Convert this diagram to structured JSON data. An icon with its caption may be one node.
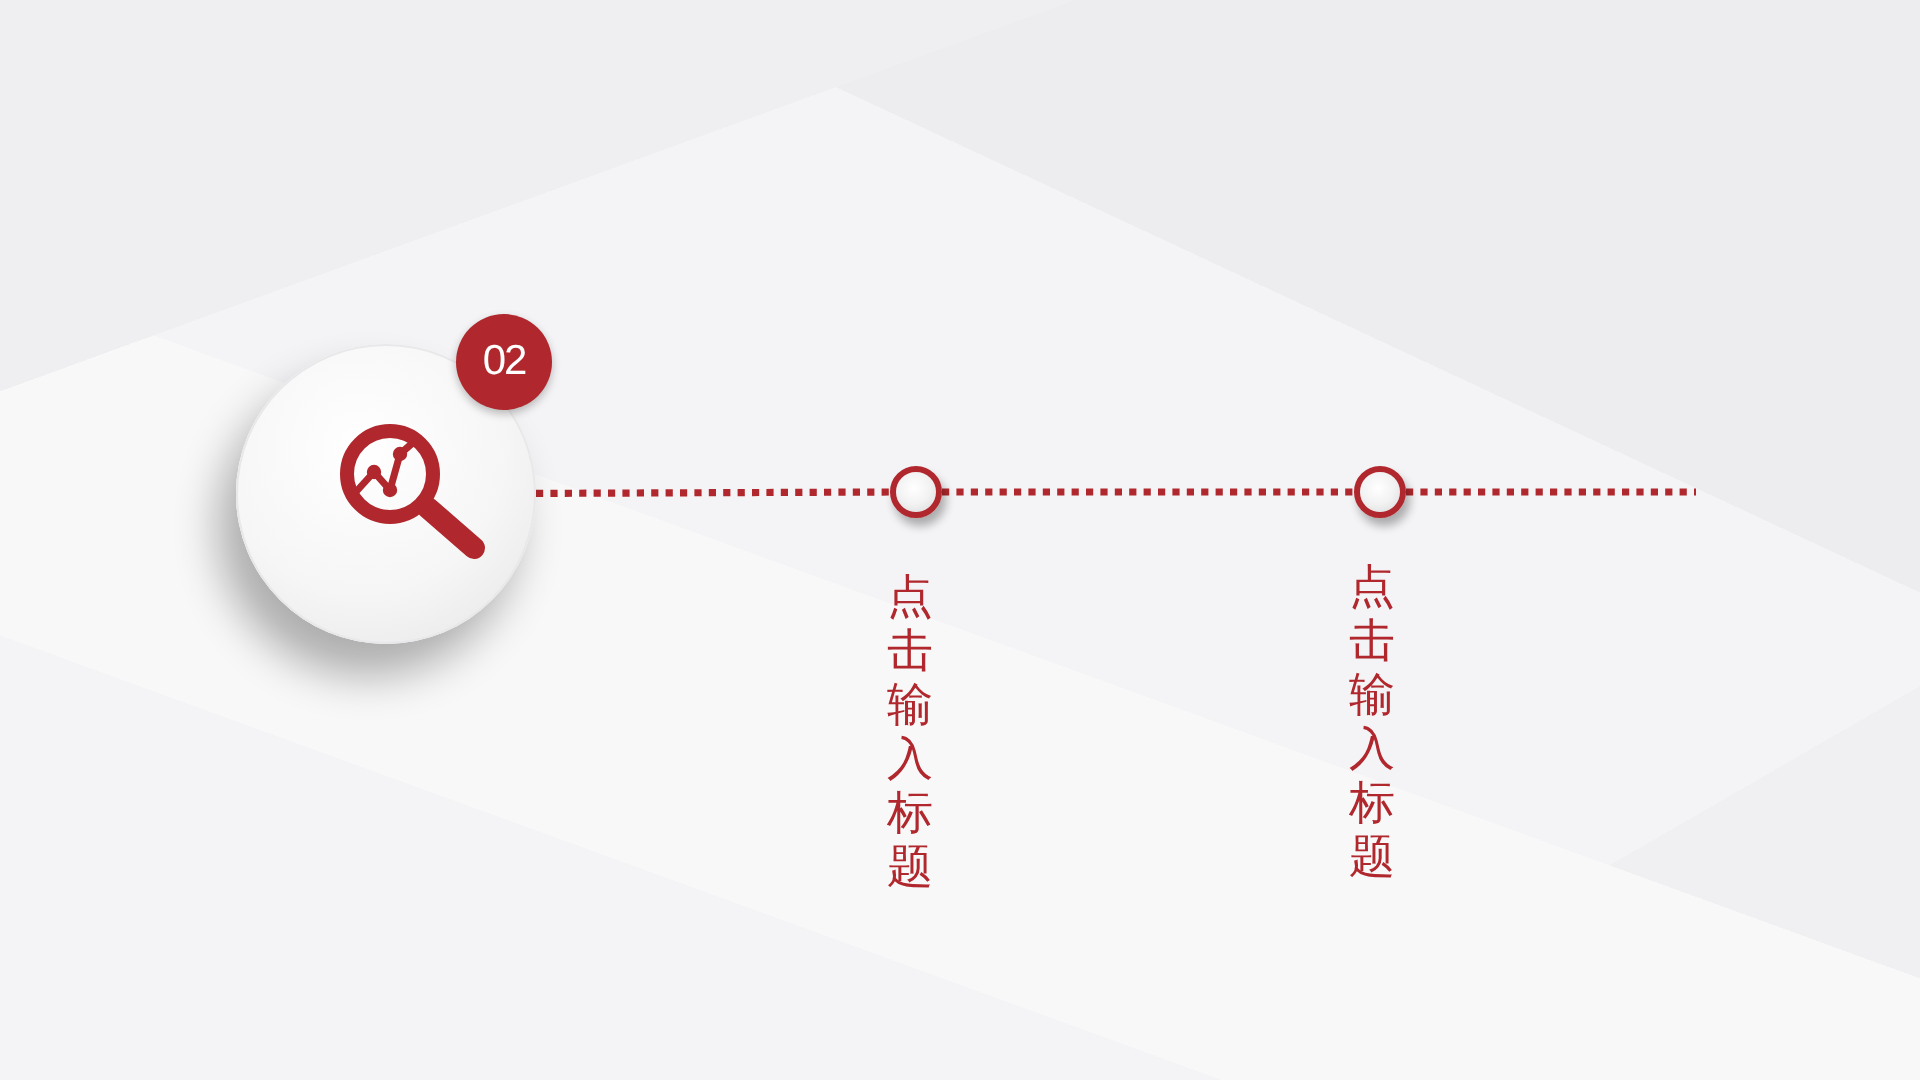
{
  "diagram": {
    "nodes": [
      {
        "text": [],
        "shape": "circle"
      },
      {
        "text": [
          "02"
        ]
      },
      {
        "text": [],
        "shape": "circle",
        "beside": [
          "点击输入标题"
        ]
      },
      {
        "text": [],
        "shape": "circle",
        "beside": [
          "点击输入标题"
        ]
      }
    ],
    "edges": [
      {
        "from": 0,
        "to": 2,
        "arrow": "none",
        "style": "dashed"
      },
      {
        "from": 2,
        "to": 3,
        "arrow": "none",
        "style": "dashed"
      },
      {
        "from": 3,
        "to": null,
        "arrow": "none",
        "style": "dashed"
      }
    ]
  }
}
